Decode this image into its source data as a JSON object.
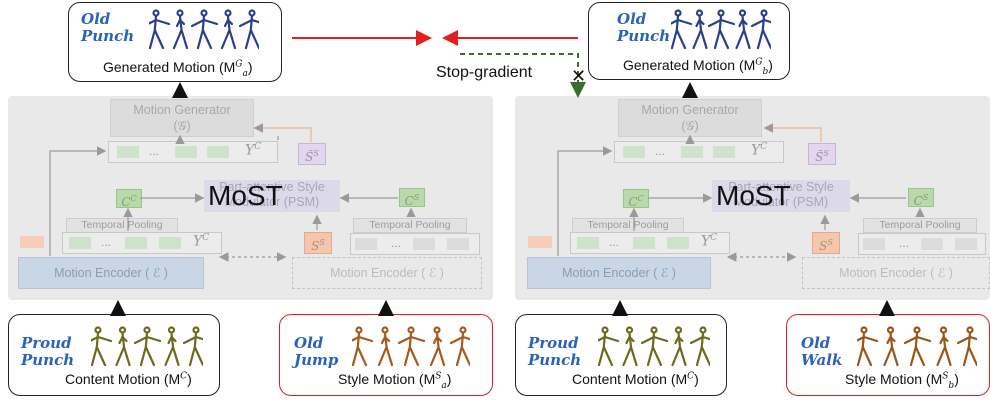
{
  "generated_left": {
    "tag": [
      "Old",
      "Punch"
    ],
    "caption": "Generated Motion (M",
    "sup": "G",
    "sub": "a",
    "close": ")"
  },
  "generated_right": {
    "tag": [
      "Old",
      "Punch"
    ],
    "caption": "Generated Motion (M",
    "sup": "G",
    "sub": "b",
    "close": ")"
  },
  "stop_gradient": "Stop-gradient",
  "most_label": "MoST",
  "motion_generator": {
    "line1": "Motion Generator",
    "line2": "(𝒢)"
  },
  "psm": {
    "line1": "Part-attentive Style",
    "line2": "Modulator (PSM)"
  },
  "temporal_pooling": "Temporal Pooling",
  "encoder_content": "Motion Encoder ( ℰ )",
  "encoder_style": "Motion Encoder ( ℰ )",
  "symbols": {
    "yc": "Y",
    "yc_sup": "C",
    "cc": "C",
    "cc_sup": "C",
    "cs": "C",
    "cs_sup": "S",
    "ss": "S",
    "ss_sup": "S",
    "stilde": "S̃",
    "stilde_sup": "S",
    "dots": "..."
  },
  "bottom": {
    "content_left": {
      "tag": [
        "Proud",
        "Punch"
      ],
      "caption": "Content Motion (M",
      "sup": "C",
      "close": ")"
    },
    "style_left": {
      "tag": [
        "Old",
        "Jump"
      ],
      "caption": "Style Motion (M",
      "sup": "S",
      "sub": "a",
      "close": ")"
    },
    "content_right": {
      "tag": [
        "Proud",
        "Punch"
      ],
      "caption": "Content Motion (M",
      "sup": "C",
      "close": ")"
    },
    "style_right": {
      "tag": [
        "Old",
        "Walk"
      ],
      "caption": "Style Motion (M",
      "sup": "S",
      "sub": "b",
      "close": ")"
    }
  },
  "colors": {
    "red_arrow": "#e02020",
    "stop_dash": "#3d6b2a",
    "generated_figure": "#2b3f8c",
    "content_figure": "#6b6a1e",
    "jump_figure": "#a85a1d",
    "walk_figure": "#9b5418"
  }
}
